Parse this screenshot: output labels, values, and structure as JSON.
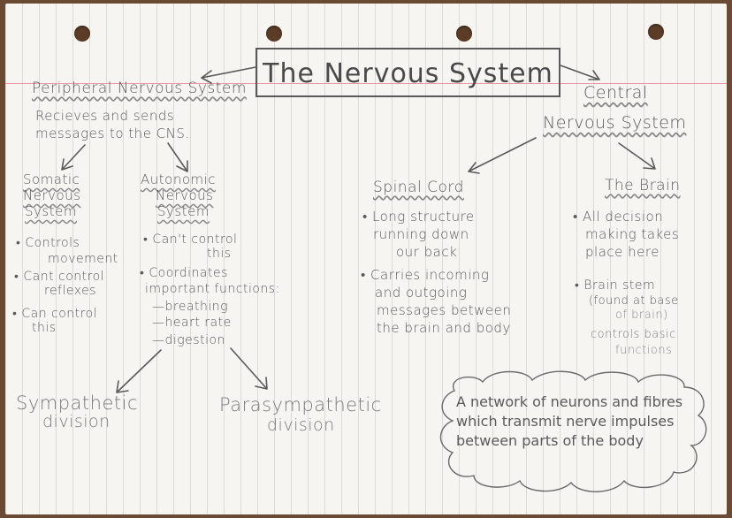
{
  "title": "The Nervous System",
  "pns": {
    "heading": "Peripheral Nervous System",
    "desc_lines": [
      "Recieves and sends",
      "messages to the CNS."
    ]
  },
  "somatic": {
    "heading_lines": [
      "Somatic",
      "Nervous",
      "System"
    ],
    "bullets": [
      [
        "Controls",
        "movement"
      ],
      [
        "Cant control",
        "reflexes"
      ],
      [
        "Can control",
        "this"
      ]
    ]
  },
  "autonomic": {
    "heading_lines": [
      "Autonomic",
      "Nervous",
      "System"
    ],
    "bullets": [
      [
        "Can't control",
        "this"
      ],
      [
        "Coordinates",
        "important functions:"
      ]
    ],
    "functions": [
      "—breathing",
      "—heart rate",
      "—digestion"
    ]
  },
  "sympathetic": [
    "Sympathetic",
    "division"
  ],
  "parasympathetic": [
    "Parasympathetic",
    "division"
  ],
  "cns": {
    "heading_lines": [
      "Central",
      "Nervous System"
    ]
  },
  "spinal": {
    "heading": "Spinal Cord",
    "bullets": [
      [
        "Long structure",
        "running down",
        "our back"
      ],
      [
        "Carries incoming",
        "and outgoing",
        "messages between",
        "the brain and body"
      ]
    ]
  },
  "brain": {
    "heading": "The Brain",
    "bullets": [
      [
        "All decision",
        "making takes",
        "place here"
      ],
      [
        "Brain stem",
        "(found at base",
        "of brain)",
        "controls basic",
        "functions"
      ]
    ]
  },
  "cloud": "A network of neurons and fibres which transmit nerve impulses between parts of the body"
}
